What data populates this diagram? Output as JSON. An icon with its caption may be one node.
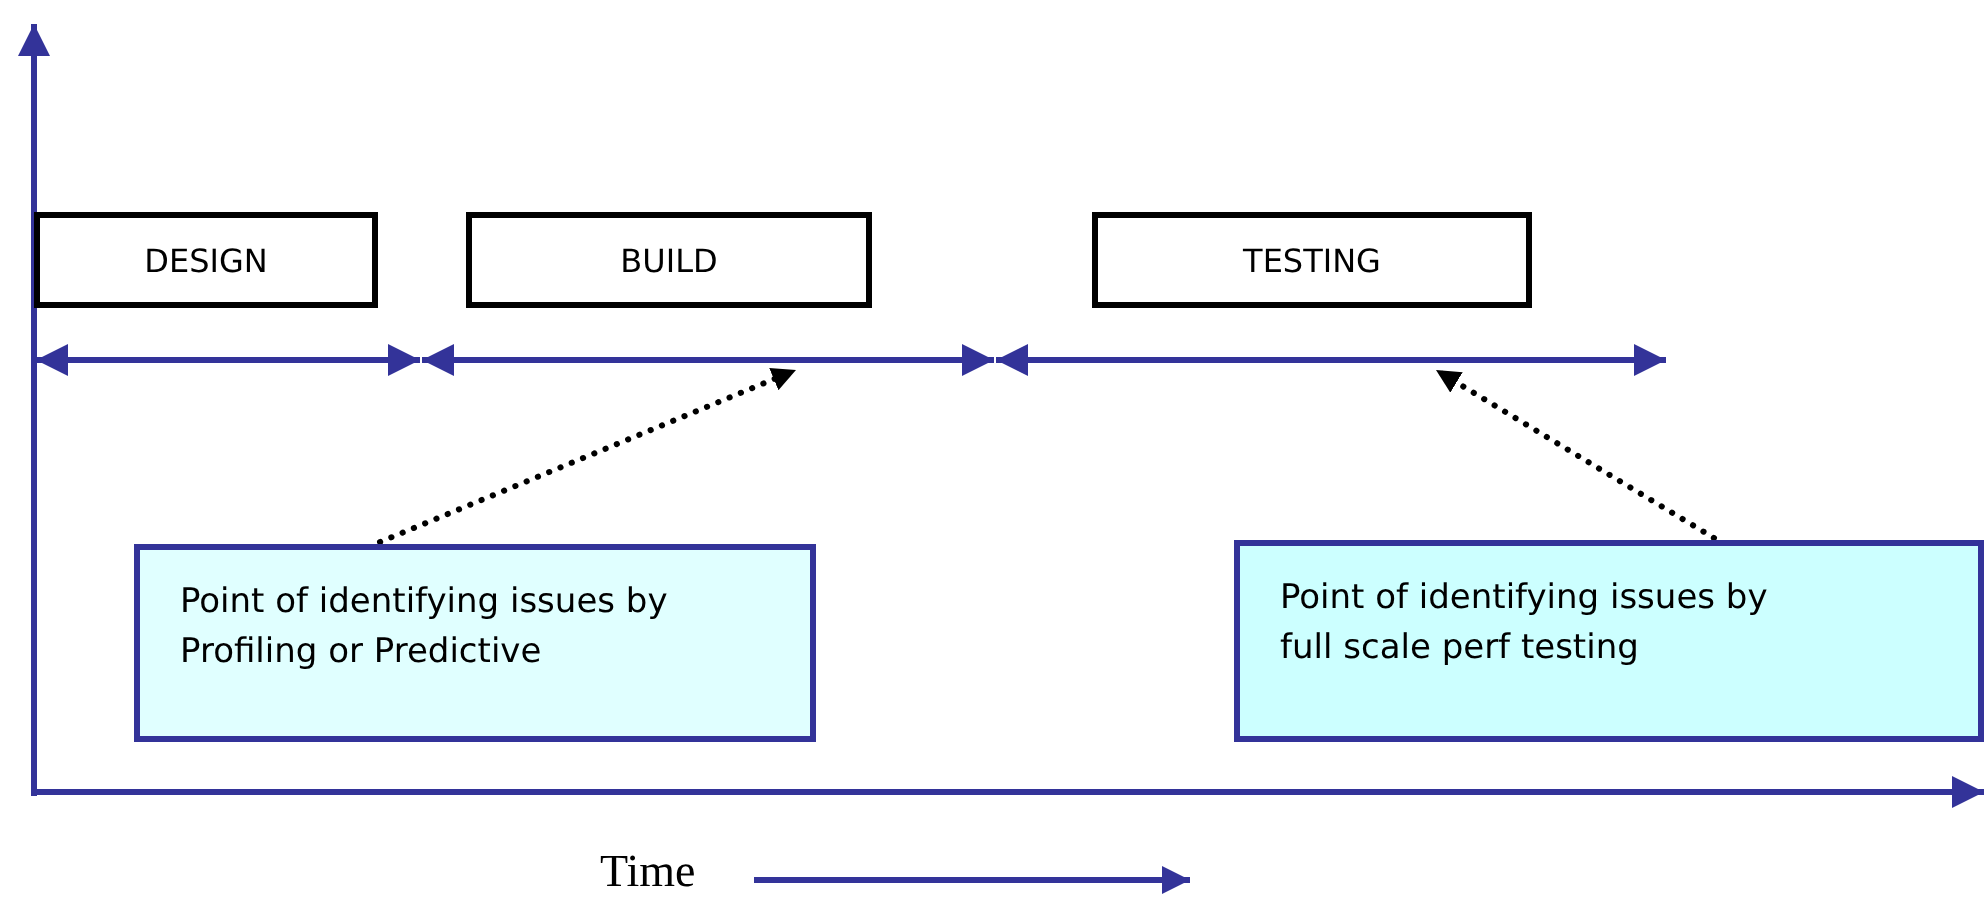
{
  "diagram": {
    "nodes": [
      {
        "text": [
          "DESIGN"
        ]
      },
      {
        "text": [
          "BUILD"
        ]
      },
      {
        "text": [
          "TESTING"
        ]
      },
      {
        "text": [
          "Point of identifying issues by Profiling or Predictive"
        ]
      },
      {
        "text": [
          "Point of identifying issues by full scale perf testing"
        ]
      }
    ],
    "edges": [
      {
        "from": 3,
        "to": 1,
        "arrow": "to",
        "style": "dashed",
        "color": "#000000"
      },
      {
        "from": 4,
        "to": 2,
        "arrow": "to",
        "style": "dashed",
        "color": "#000000"
      }
    ],
    "labels": [
      "Time"
    ]
  }
}
